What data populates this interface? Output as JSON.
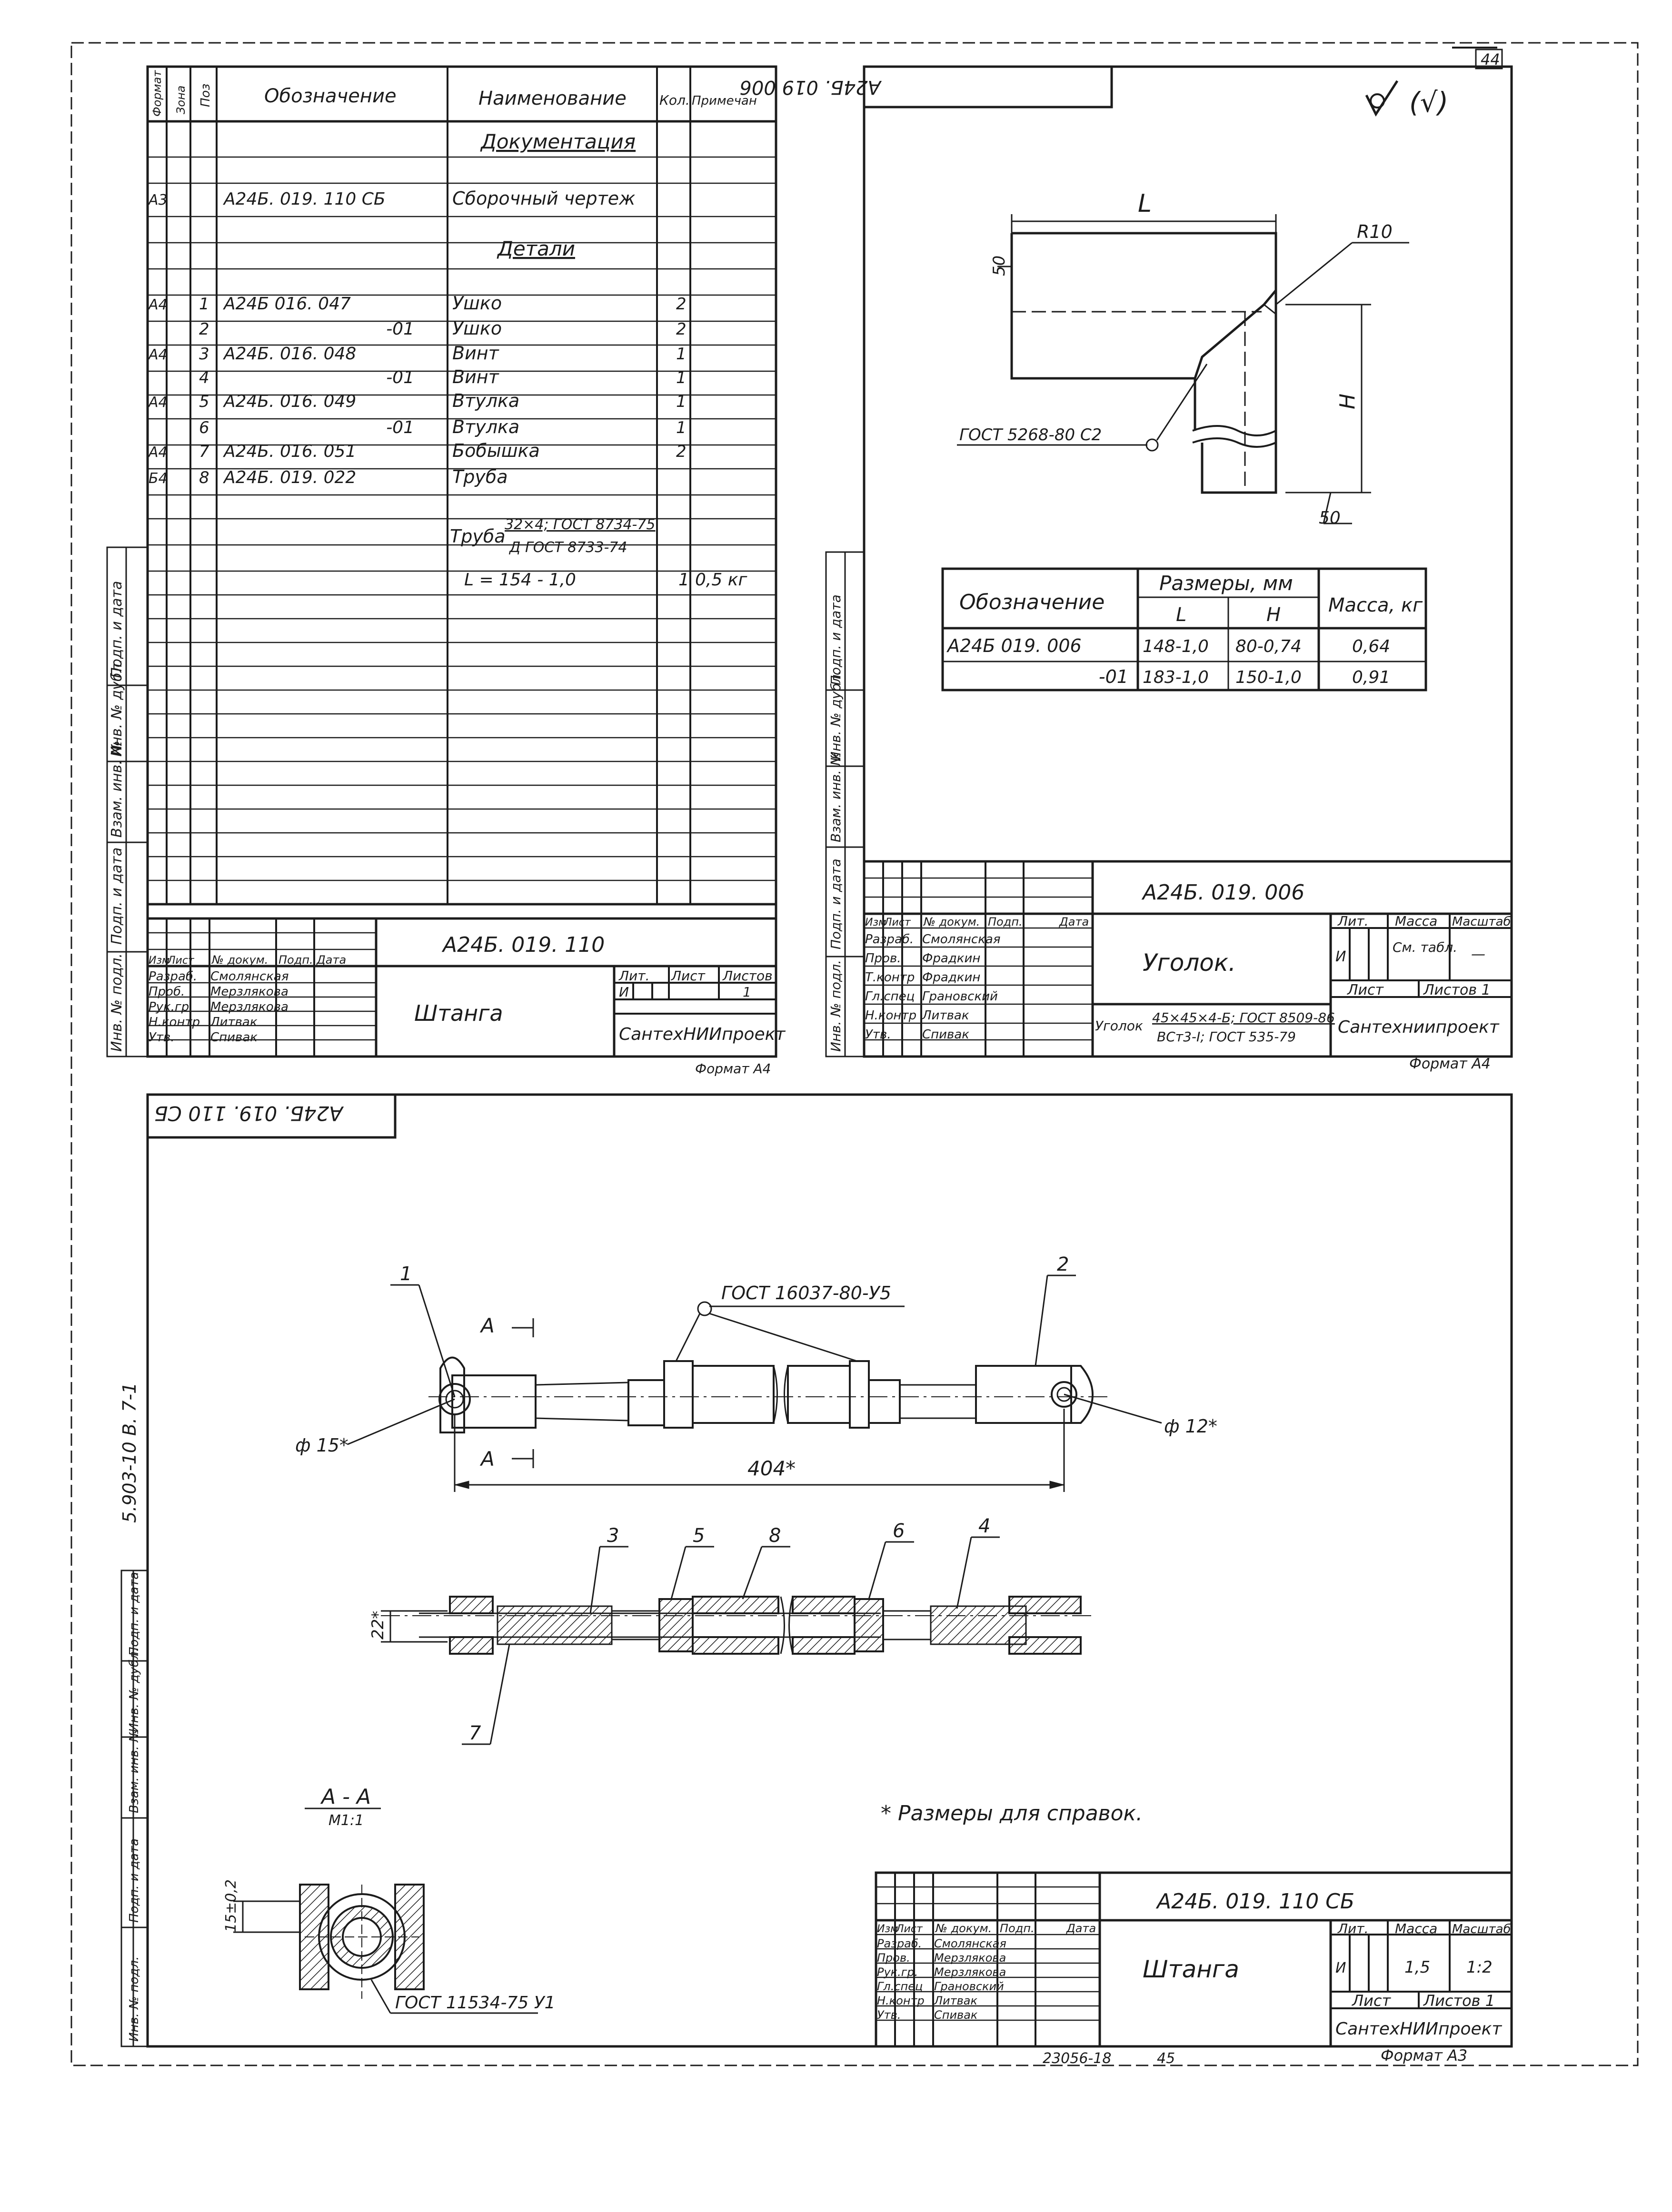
{
  "page_no": "44",
  "footer": {
    "note": "23056-18",
    "page": "45"
  },
  "spec": {
    "headers": {
      "format": "Формат",
      "zone": "Зона",
      "pos": "Поз",
      "code": "Обозначение",
      "name": "Наименование",
      "qty": "Кол.",
      "note": "Примечан"
    },
    "sections": {
      "docs": "Документация",
      "details": "Детали"
    },
    "rows": [
      {
        "format": "А3",
        "pos": "",
        "code": "А24Б. 019. 110 СБ",
        "name": "Сборочный чертеж",
        "qty": "",
        "note": ""
      },
      {
        "format": "А4",
        "pos": "1",
        "code": "А24Б 016. 047",
        "name": "Ушко",
        "qty": "2",
        "note": ""
      },
      {
        "format": "",
        "pos": "2",
        "code": "-01",
        "name": "Ушко",
        "qty": "2",
        "note": ""
      },
      {
        "format": "А4",
        "pos": "3",
        "code": "А24Б. 016. 048",
        "name": "Винт",
        "qty": "1",
        "note": ""
      },
      {
        "format": "",
        "pos": "4",
        "code": "-01",
        "name": "Винт",
        "qty": "1",
        "note": ""
      },
      {
        "format": "А4",
        "pos": "5",
        "code": "А24Б. 016. 049",
        "name": "Втулка",
        "qty": "1",
        "note": ""
      },
      {
        "format": "",
        "pos": "6",
        "code": "-01",
        "name": "Втулка",
        "qty": "1",
        "note": ""
      },
      {
        "format": "А4",
        "pos": "7",
        "code": "А24Б. 016. 051",
        "name": "Бобышка",
        "qty": "2",
        "note": ""
      },
      {
        "format": "Б4",
        "pos": "8",
        "code": "А24Б. 019. 022",
        "name": "Труба",
        "qty": "",
        "note": ""
      }
    ],
    "pipe": {
      "word": "Труба",
      "top": "32×4; ГОСТ 8734-75",
      "bottom": "Д ГОСТ 8733-74",
      "length": "L = 154 - 1,0",
      "qty": "1",
      "mass": "0,5 кг"
    }
  },
  "side_labels": [
    "Подп. и дата",
    "Инв. № дубл.",
    "Взам. инв. №",
    "Подп. и дата",
    "Инв. № подл."
  ],
  "titleblock_heads": {
    "izm": "Изм",
    "list": "Лист",
    "doc": "№ докум.",
    "sign": "Подп.",
    "date": "Дата",
    "lit": "Лит.",
    "mass": "Масса",
    "scale": "Масштаб",
    "sheet": "Лист",
    "sheets": "Листов"
  },
  "roles": [
    "Разраб.",
    "Пров.",
    "Т.контр",
    "Гл.спец",
    "Н.контр",
    "Утв."
  ],
  "roles_short": [
    "Разраб.",
    "Проб.",
    "Рук.гр.",
    "Н.контр",
    "Утв."
  ],
  "roles_asm": [
    "Разраб.",
    "Пров.",
    "Рук.гр.",
    "Гл.спец",
    "Н.контр",
    "Утв."
  ],
  "names_tb1": [
    "Смолянская",
    "Мерзлякова",
    "Мерзлякова",
    "Литвак",
    "Спивак"
  ],
  "names_tb2": [
    "Смолянская",
    "Фрадкин",
    "Фрадкин",
    "Грановский",
    "Литвак",
    "Спивак"
  ],
  "names_tb3": [
    "Смолянская",
    "Мерзлякова",
    "Мерзлякова",
    "Грановский",
    "Литвак",
    "Спивак"
  ],
  "tb1": {
    "code": "А24Б. 019. 110",
    "title": "Штанга",
    "lit": "И",
    "sheets": "1",
    "org": "СантехНИИпроект",
    "format": "Формат А4"
  },
  "tb2": {
    "code": "А24Б. 019. 006",
    "title": "Уголок.",
    "lit": "И",
    "mass": "См. табл.",
    "scale": "—",
    "sheet": "Лист",
    "sheets": "Листов 1",
    "mat1": "Уголок",
    "mat_top": "45×45×4-Б; ГОСТ 8509-86",
    "mat_bottom": "ВСт3-I; ГОСТ 535-79",
    "org": "Сантехниипроект",
    "format": "Формат А4"
  },
  "tb3": {
    "code": "А24Б. 019. 110 СБ",
    "title": "Штанга",
    "lit": "И",
    "mass": "1,5",
    "scale": "1:2",
    "sheet": "Лист",
    "sheets": "Листов 1",
    "org": "СантехНИИпроект",
    "format": "Формат А3"
  },
  "angle": {
    "stamp": "А24Б. 019 006",
    "roughness": "(√)",
    "dims": {
      "L": "L",
      "H": "H",
      "R": "R10",
      "a1": "50",
      "a2": "50"
    },
    "weld": "ГОСТ 5268-80 С2",
    "table": {
      "h_code": "Обозначение",
      "h_size": "Размеры, мм",
      "h_L": "L",
      "h_H": "H",
      "h_mass": "Масса, кг",
      "rows": [
        {
          "code": "А24Б 019. 006",
          "L": "148-1,0",
          "H": "80-0,74",
          "mass": "0,64"
        },
        {
          "code": "-01",
          "L": "183-1,0",
          "H": "150-1,0",
          "mass": "0,91"
        }
      ]
    }
  },
  "assembly": {
    "stamp": "А24Б. 019. 110 СБ",
    "side_code": "5.903-10 В. 7-1",
    "callouts": {
      "c1": "1",
      "c2": "2",
      "c3": "3",
      "c4": "4",
      "c5": "5",
      "c6": "6",
      "c7": "7",
      "c8": "8"
    },
    "weld": "ГОСТ 16037-80-У5",
    "dia_left": "ф 15*",
    "dia_right": "ф 12*",
    "length": "404*",
    "section_mark": "А",
    "dim22": "22*",
    "section_title": "А - А",
    "section_scale": "М1:1",
    "dim15": "15±0,2",
    "weld2": "ГОСТ 11534-75 У1",
    "note": "* Размеры для справок."
  }
}
